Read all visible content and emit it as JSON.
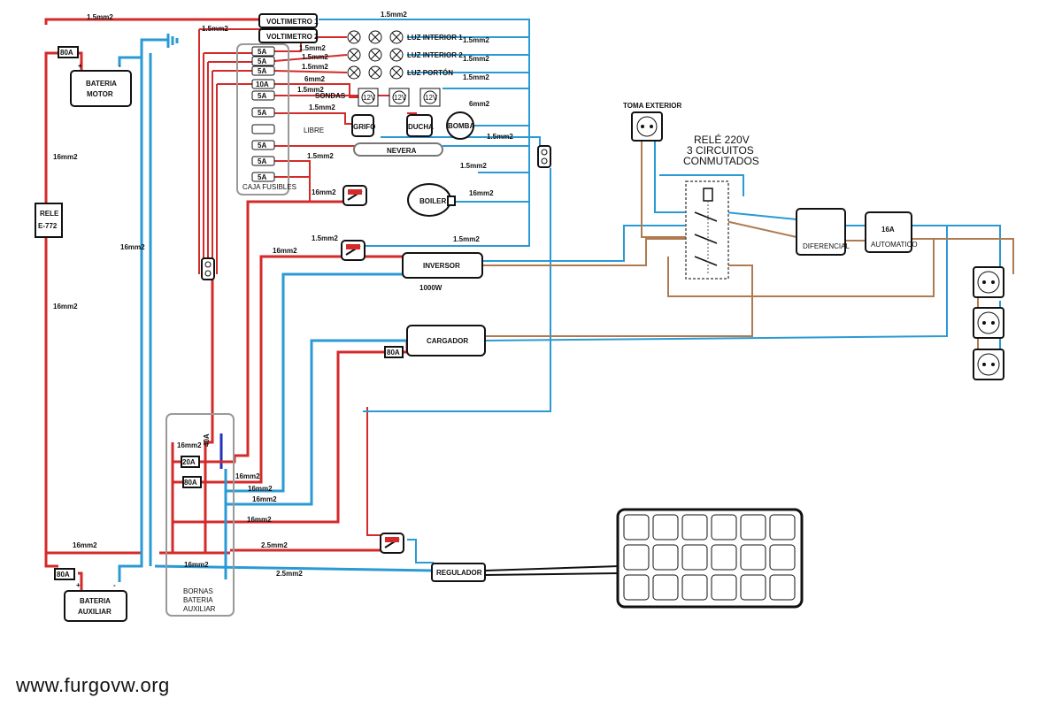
{
  "batteries": {
    "motor": [
      "BATERIA",
      "MOTOR"
    ],
    "auxiliar": [
      "BATERIA",
      "AUXILIAR"
    ]
  },
  "relay": [
    "RELE",
    "E-772"
  ],
  "fuses": {
    "f80a_top": "80A",
    "f80a_bottom": "80A",
    "f80a_charger": "80A",
    "f20a": "20A",
    "f80a_terminal": "80A",
    "f40a": "40A"
  },
  "voltmeters": [
    "VOLTIMETRO 1",
    "VOLTIMETRO 2"
  ],
  "fuse_box": {
    "label": "CAJA FUSIBLES",
    "fuses": [
      "5A",
      "5A",
      "5A",
      "10A",
      "5A",
      "5A",
      "",
      "5A",
      "5A",
      "5A"
    ]
  },
  "circuits": {
    "luz_interior_1": "LUZ INTERIOR 1",
    "luz_interior_2": "LUZ INTERIOR 2",
    "luz_porton": "LUZ PORTÓN",
    "sondas": "SONDAS",
    "libre": "LIBRE",
    "grifo": "GRIFO",
    "ducha": "DUCHA",
    "bomba": "BOMBA",
    "nevera": "NEVERA",
    "boiler": "BOILER",
    "v12": "12V"
  },
  "devices": {
    "inversor": "INVERSOR",
    "inversor_power": "1000W",
    "cargador": "CARGADOR",
    "regulador": "REGULADOR",
    "toma_exterior": "TOMA EXTERIOR",
    "diferencial": "DIFERENCIAL",
    "automatico_rating": "16A",
    "automatico": "AUTOMATICO"
  },
  "rele_220v": [
    "RELÉ 220V",
    "3 CIRCUITOS",
    "CONMUTADOS"
  ],
  "bornas": [
    "BORNAS",
    "BATERIA",
    "AUXILIAR"
  ],
  "wire_sizes": {
    "s1_5": "1.5mm2",
    "s6": "6mm2",
    "s16": "16mm2",
    "s2_5": "2.5mm2"
  },
  "watermark": "www.furgovw.org",
  "colors": {
    "positive": "#d42a2a",
    "negative": "#2a9ad4",
    "ac_live": "#b07a50"
  }
}
